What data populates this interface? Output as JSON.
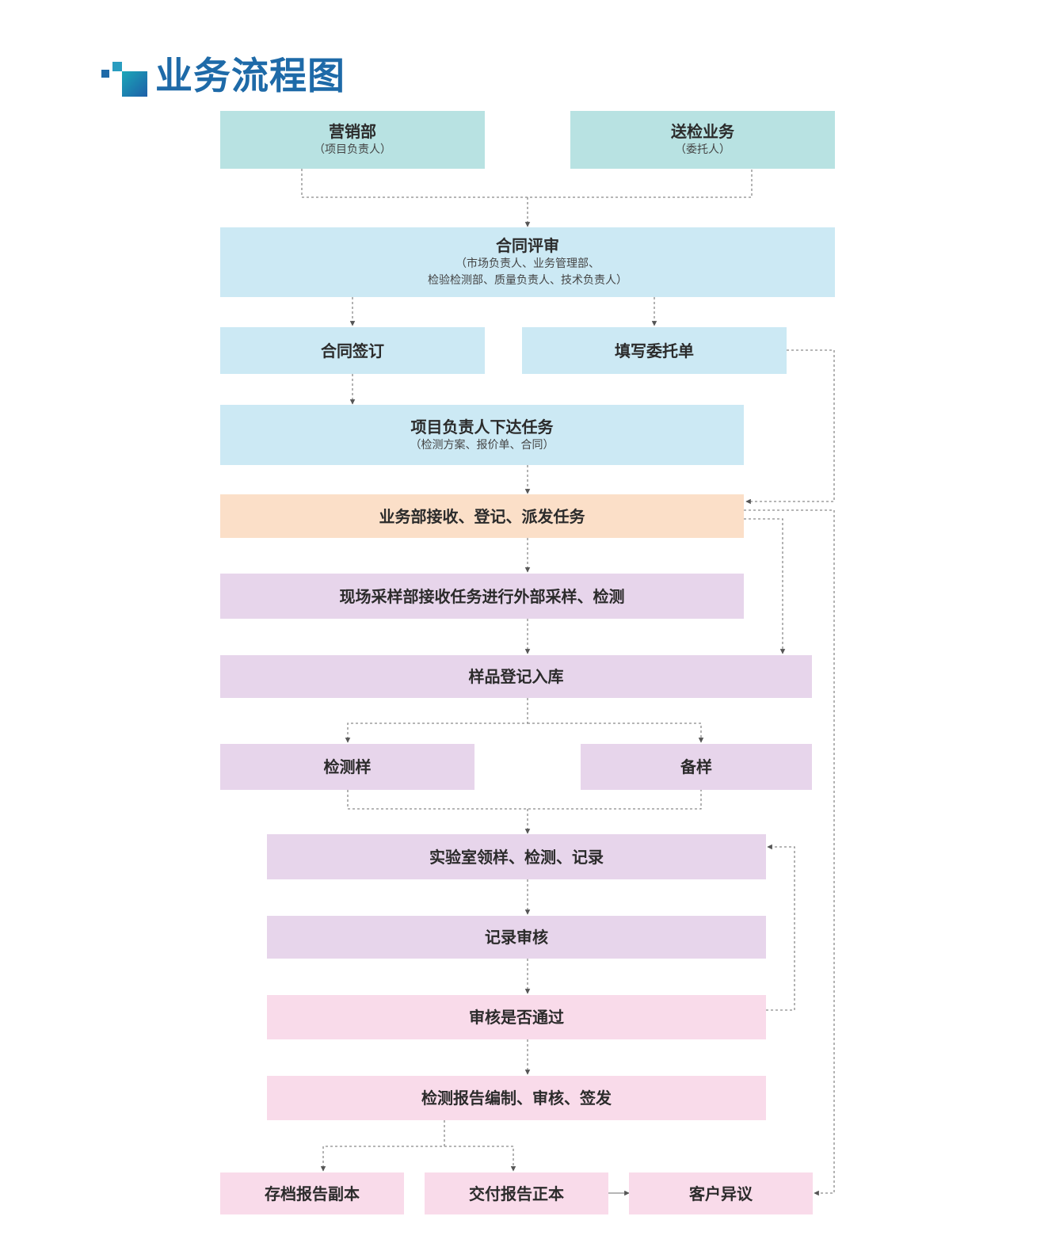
{
  "page": {
    "title": "业务流程图"
  },
  "colors": {
    "title": "#1e6aa8",
    "teal": "#b8e2e2",
    "blue": "#cce9f4",
    "orange": "#fbdfc8",
    "purple": "#e7d5eb",
    "pink": "#f9dbea",
    "connector": "#8a8a8a"
  },
  "nodes": {
    "marketing": {
      "title": "营销部",
      "sub": "（项目负责人）"
    },
    "submission": {
      "title": "送检业务",
      "sub": "（委托人）"
    },
    "contract_review": {
      "title": "合同评审",
      "sub1": "（市场负责人、业务管理部、",
      "sub2": "检验检测部、质量负责人、技术负责人）"
    },
    "contract_sign": {
      "title": "合同签订"
    },
    "fill_form": {
      "title": "填写委托单"
    },
    "assign_task": {
      "title": "项目负责人下达任务",
      "sub": "（检测方案、报价单、合同）"
    },
    "business_receive": {
      "title": "业务部接收、登记、派发任务"
    },
    "field_sampling": {
      "title": "现场采样部接收任务进行外部采样、检测"
    },
    "sample_register": {
      "title": "样品登记入库"
    },
    "test_sample": {
      "title": "检测样"
    },
    "backup_sample": {
      "title": "备样"
    },
    "lab_test": {
      "title": "实验室领样、检测、记录"
    },
    "record_review": {
      "title": "记录审核"
    },
    "review_pass": {
      "title": "审核是否通过"
    },
    "report": {
      "title": "检测报告编制、审核、签发"
    },
    "archive": {
      "title": "存档报告副本"
    },
    "deliver": {
      "title": "交付报告正本"
    },
    "objection": {
      "title": "客户异议"
    }
  }
}
